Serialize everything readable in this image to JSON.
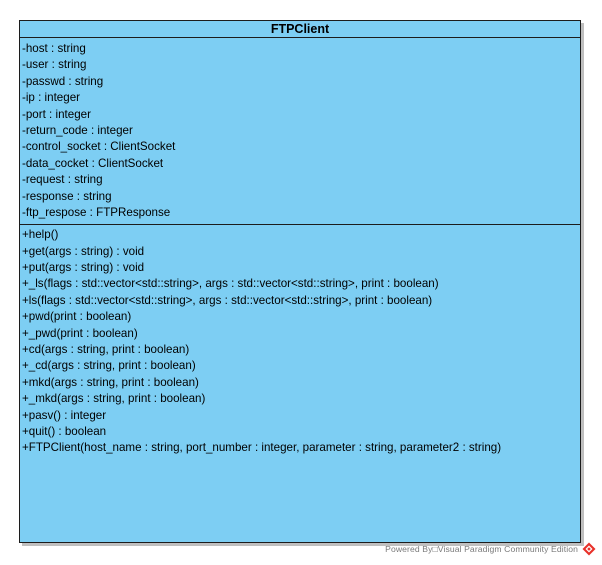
{
  "class_box": {
    "name": "FTPClient",
    "attributes": [
      "-host : string",
      "-user : string",
      "-passwd : string",
      "-ip : integer",
      "-port : integer",
      "-return_code : integer",
      "-control_socket : ClientSocket",
      "-data_cocket : ClientSocket",
      "-request : string",
      "-response : string",
      "-ftp_respose : FTPResponse"
    ],
    "operations": [
      "+help()",
      "+get(args : string) : void",
      "+put(args : string) : void",
      "+_ls(flags : std::vector<std::string>, args : std::vector<std::string>, print : boolean)",
      "+ls(flags : std::vector<std::string>, args : std::vector<std::string>, print : boolean)",
      "+pwd(print : boolean)",
      "+_pwd(print : boolean)",
      "+cd(args : string, print : boolean)",
      "+_cd(args : string, print : boolean)",
      "+mkd(args : string, print : boolean)",
      "+_mkd(args : string, print : boolean)",
      "+pasv() : integer",
      "+quit() : boolean",
      "+FTPClient(host_name : string, port_number : integer, parameter : string, parameter2 : string)"
    ],
    "fill_color": "#7dcef3",
    "border_color": "#1c1c1c"
  },
  "footer": {
    "text": "Powered By□Visual Paradigm Community Edition",
    "logo_icon": "visual-paradigm-logo-icon"
  }
}
